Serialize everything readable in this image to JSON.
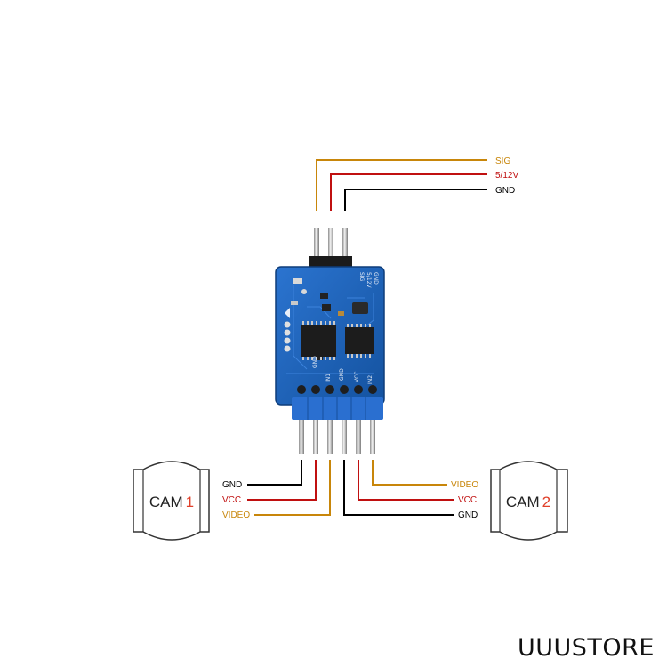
{
  "top_connector": {
    "labels": [
      {
        "text": "SIG",
        "color": "#c8860a"
      },
      {
        "text": "5/12V",
        "color": "#c01010"
      },
      {
        "text": "GND",
        "color": "#000000"
      }
    ]
  },
  "board": {
    "top_silk": [
      "GND",
      "5/12V",
      "SIG"
    ],
    "bottom_silk": [
      "GND",
      "IN1",
      "GND",
      "VCC",
      "IN2"
    ]
  },
  "cam1": {
    "name": "CAM",
    "number": "1",
    "wires": [
      {
        "text": "GND",
        "color": "#000000"
      },
      {
        "text": "VCC",
        "color": "#c01010"
      },
      {
        "text": "VIDEO",
        "color": "#c8860a"
      }
    ]
  },
  "cam2": {
    "name": "CAM",
    "number": "2",
    "wires": [
      {
        "text": "VIDEO",
        "color": "#c8860a"
      },
      {
        "text": "VCC",
        "color": "#c01010"
      },
      {
        "text": "GND",
        "color": "#000000"
      }
    ]
  },
  "colors": {
    "number_accent": "#e0402a",
    "board_blue": "#1a5fb8",
    "header_blue": "#2a6fd0"
  },
  "brand": "UUUSTORE"
}
